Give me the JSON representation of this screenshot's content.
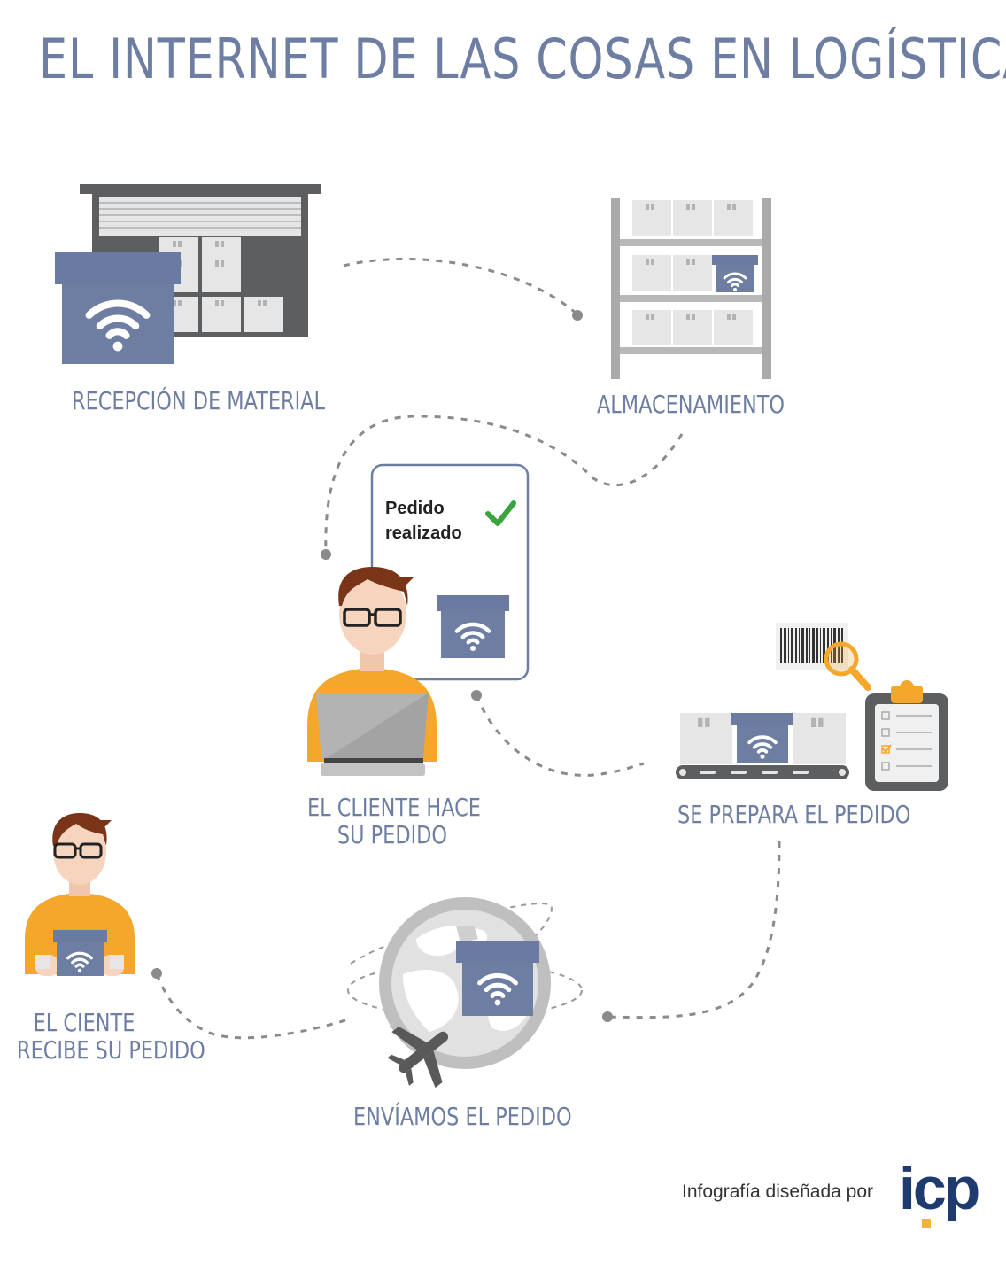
{
  "title": "EL INTERNET DE LAS COSAS EN LOGÍSTICA",
  "steps": {
    "reception": "RECEPCIÓN DE MATERIAL",
    "storage": "ALMACENAMIENTO",
    "order_line1": "EL CLIENTE HACE",
    "order_line2": "SU PEDIDO",
    "prepare": "SE PREPARA EL PEDIDO",
    "ship": "ENVÍAMOS EL PEDIDO",
    "receive_line1": "EL CIENTE",
    "receive_line2": "RECIBE SU PEDIDO"
  },
  "bubble": {
    "line1": "Pedido",
    "line2": "realizado",
    "check_icon": "check-icon"
  },
  "footer": {
    "credit": "Infografía diseñada por",
    "logo": "icp"
  },
  "colors": {
    "title": "#6e7ea3",
    "box": "#6e7ea3",
    "box_lid": "#6a7aa0",
    "gray_dark": "#5d5e60",
    "gray_light": "#e6e6e6",
    "shirt": "#f5a72c",
    "hair": "#7a3418",
    "skin": "#f6d4bd",
    "check": "#3aa33d",
    "logo": "#1e3a6e",
    "logo_accent": "#f3b434"
  }
}
